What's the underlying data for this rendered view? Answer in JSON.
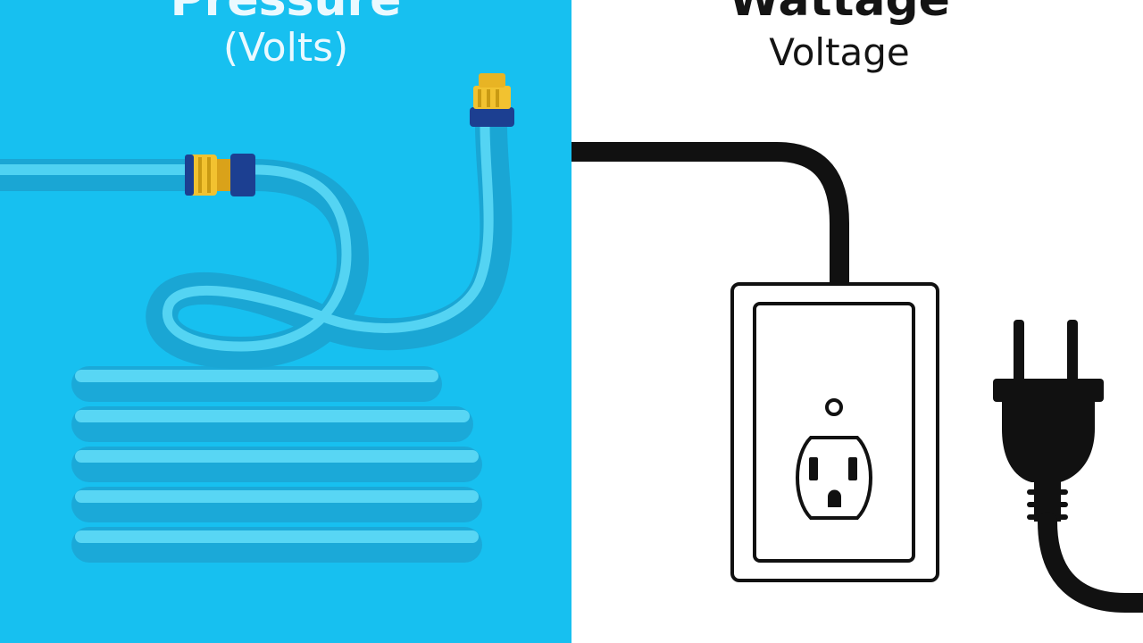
{
  "left_panel": {
    "title": "Pressure",
    "subtitle": "(Volts)",
    "background": "#17c0f0",
    "hose_color": "#3ccbee",
    "fitting_brass": "#f2c230",
    "fitting_blue": "#1c3f91",
    "icon": "garden-hose-icon"
  },
  "right_panel": {
    "title": "Wattage",
    "subtitle": "Voltage",
    "background": "#ffffff",
    "line_color": "#111111",
    "icons": [
      "power-cord-icon",
      "wall-outlet-icon",
      "electric-plug-icon"
    ]
  }
}
